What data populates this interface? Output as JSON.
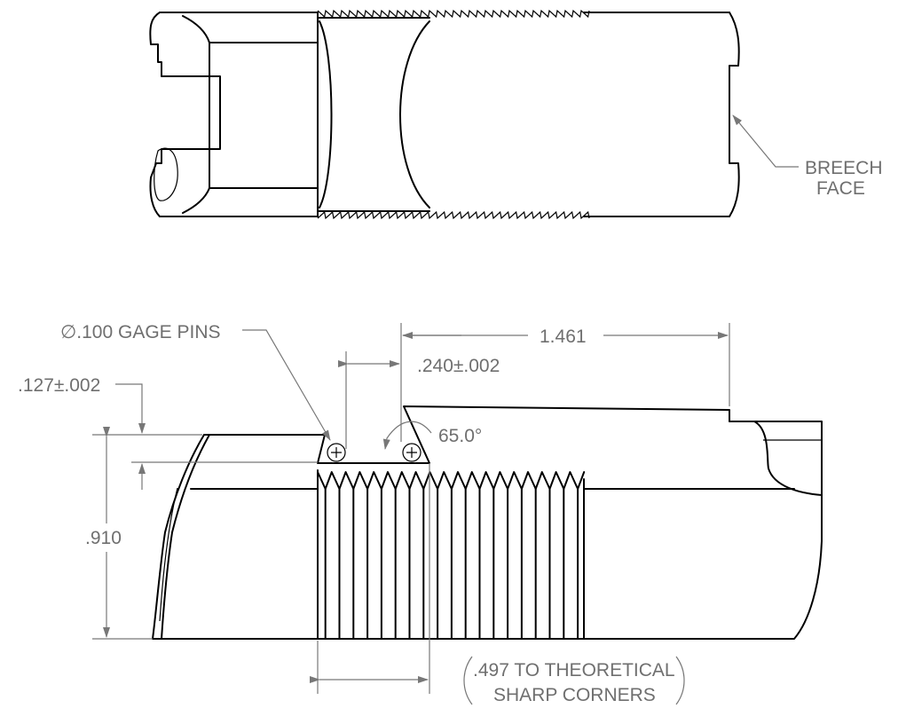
{
  "top_view": {
    "callout_line1": "BREECH",
    "callout_line2": "FACE"
  },
  "section_view": {
    "gage_pins": "∅.100 GAGE PINS",
    "dim_127": ".127±.002",
    "dim_240": ".240±.002",
    "dim_1461": "1.461",
    "angle": "65.0°",
    "dim_910": ".910",
    "note_line1": ".497 TO THEORETICAL",
    "note_line2": "SHARP CORNERS"
  }
}
